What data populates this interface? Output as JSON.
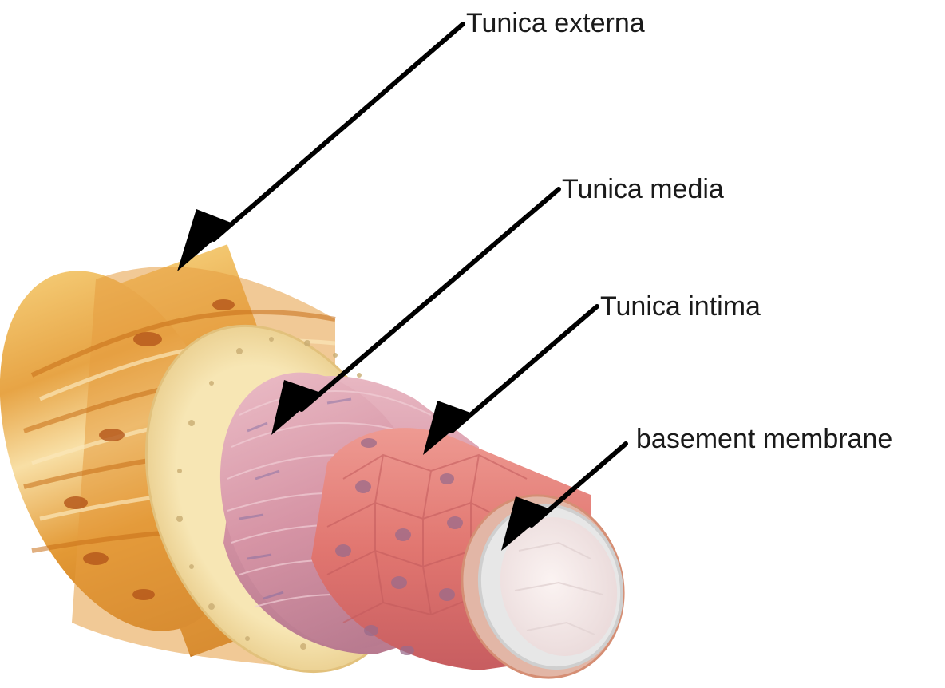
{
  "labels": {
    "tunica_externa": "Tunica externa",
    "tunica_media": "Tunica media",
    "tunica_intima": "Tunica intima",
    "basement_membrane": "basement membrane"
  },
  "colors": {
    "externa_base": "#e9a03a",
    "externa_light": "#f7dca0",
    "externa_dark": "#c66a10",
    "elastic_layer": "#f2dfa0",
    "media_base": "#d99aa7",
    "media_dark": "#a57a9e",
    "intima_base": "#e77d78",
    "intima_nucleus": "#9b6a8a",
    "basement_rim": "#d8cfc8",
    "lumen": "#f6ecec",
    "arrow": "#000000"
  }
}
